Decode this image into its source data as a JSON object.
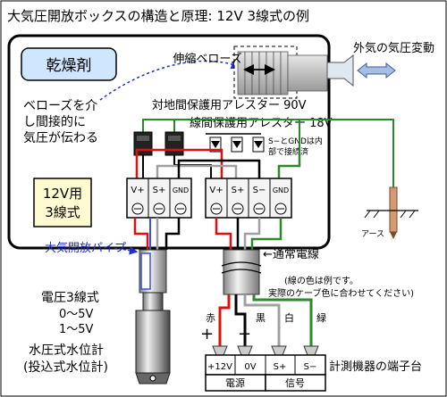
{
  "title": "大気圧開放ボックスの構造と原理:  12V 3線式の例",
  "labels": {
    "bellows": "伸縮ベローズ",
    "outside_pressure": "外気の気圧変動",
    "desiccant": "乾燥剤",
    "bellows_note_1": "ベローズを介",
    "bellows_note_2": "し間接的に",
    "bellows_note_3": "気圧が伝わる",
    "arrester_ground": "対地間保護用アレスター  90V",
    "arrester_line": "線間保護用アレスター  18V",
    "gnd_note_1": "S−とGNDは内",
    "gnd_note_2": "部で接続済",
    "model_1": "12V用",
    "model_2": "3線式",
    "vent_pipe": "大気開放パイプ",
    "cable": "←通常電線",
    "earth": "アース",
    "color_note_1": "(線の色は例です。",
    "color_note_2": "実際のケーブ色に合わせてください)",
    "sensor_type": "電圧3線式",
    "range_1": "0〜5V",
    "range_2": "1〜5V",
    "sensor_name_1": "水圧式水位計",
    "sensor_name_2": "(投込式水位計)",
    "terminal_block": "計測機器の端子台",
    "plus_sign": "+",
    "minus_sign": "−"
  },
  "terminal_blocks": {
    "left": [
      "V+",
      "S+",
      "GND"
    ],
    "right": [
      "V+",
      "S+",
      "S−",
      "GND"
    ]
  },
  "wire_colors": [
    "赤",
    "黒",
    "白",
    "緑"
  ],
  "device_terminals": [
    "+12V",
    "0V",
    "S+",
    "S−"
  ],
  "device_groups": [
    "電源",
    "信号"
  ],
  "colors": {
    "red": "#e01010",
    "black": "#000000",
    "gray": "#a0a0a0",
    "green": "#2a8a2a",
    "blue_text": "#1f2fd0",
    "desiccant_fill": "#cfe6ff",
    "model_fill": "#fffbd0",
    "box_fill": "#ffffff"
  }
}
